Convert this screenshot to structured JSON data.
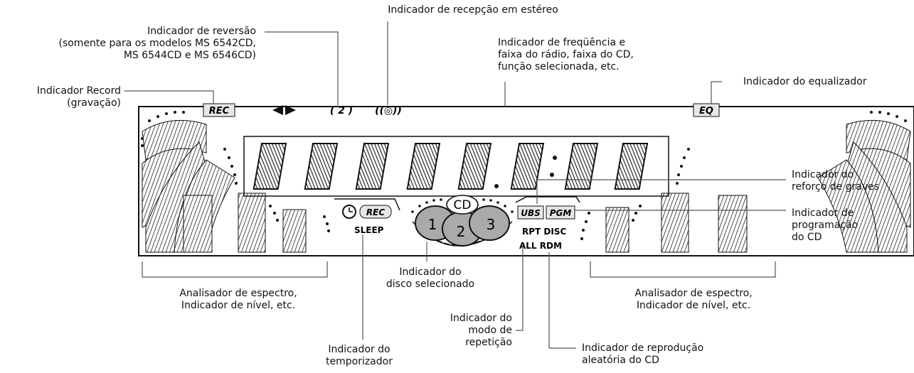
{
  "labels": {
    "stereo": "Indicador de recepção em estéreo",
    "reverse": [
      "Indicador de reversão",
      "(somente para os modelos MS 6542CD,",
      "MS 6544CD e MS 6546CD)"
    ],
    "frequency": [
      "Indicador de freqüência e",
      "faixa do rádio, faixa do CD,",
      "função selecionada, etc."
    ],
    "record": [
      "Indicador Record",
      "(gravação)"
    ],
    "equalizer": "Indicador do equalizador",
    "bass": [
      "Indicador do",
      "reforço de graves"
    ],
    "program": [
      "Indicador de",
      "programação",
      "do CD"
    ],
    "disc": [
      "Indicador do",
      "disco selecionado"
    ],
    "spectrum_left": [
      "Analisador de espectro,",
      "Indicador de nível, etc."
    ],
    "spectrum_right": [
      "Analisador de espectro,",
      "Indicador de nível, etc."
    ],
    "repeat": [
      "Indicador do",
      "modo de",
      "repetição"
    ],
    "random": [
      "Indicador de reprodução",
      "aleatória do CD"
    ],
    "timer": [
      "Indicador do",
      "temporizador"
    ]
  },
  "display": {
    "rec": "REC",
    "eq": "EQ",
    "reverse_symbol": "( 2 )",
    "stereo_symbol": "((◎))",
    "timer_rec": "REC",
    "sleep": "SLEEP",
    "cd": "CD",
    "discs": [
      "1",
      "2",
      "3"
    ],
    "ubs": "UBS",
    "pgm": "PGM",
    "rpt_disc": "RPT DISC",
    "all_rdm": "ALL RDM"
  }
}
